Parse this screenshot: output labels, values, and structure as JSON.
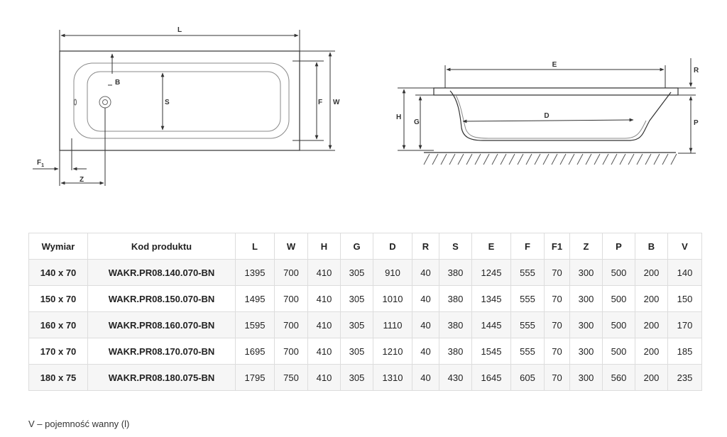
{
  "drawing": {
    "top_view_labels": {
      "L": "L",
      "B": "B",
      "S": "S",
      "F": "F",
      "W": "W",
      "F1_main": "F",
      "F1_sub": "1",
      "Z": "Z"
    },
    "side_view_labels": {
      "E": "E",
      "R": "R",
      "H": "H",
      "G": "G",
      "D": "D",
      "P": "P"
    }
  },
  "table": {
    "headers": [
      "Wymiar",
      "Kod produktu",
      "L",
      "W",
      "H",
      "G",
      "D",
      "R",
      "S",
      "E",
      "F",
      "F1",
      "Z",
      "P",
      "B",
      "V"
    ],
    "rows": [
      [
        "140 x 70",
        "WAKR.PR08.140.070-BN",
        "1395",
        "700",
        "410",
        "305",
        "910",
        "40",
        "380",
        "1245",
        "555",
        "70",
        "300",
        "500",
        "200",
        "140"
      ],
      [
        "150 x 70",
        "WAKR.PR08.150.070-BN",
        "1495",
        "700",
        "410",
        "305",
        "1010",
        "40",
        "380",
        "1345",
        "555",
        "70",
        "300",
        "500",
        "200",
        "150"
      ],
      [
        "160 x 70",
        "WAKR.PR08.160.070-BN",
        "1595",
        "700",
        "410",
        "305",
        "1110",
        "40",
        "380",
        "1445",
        "555",
        "70",
        "300",
        "500",
        "200",
        "170"
      ],
      [
        "170 x 70",
        "WAKR.PR08.170.070-BN",
        "1695",
        "700",
        "410",
        "305",
        "1210",
        "40",
        "380",
        "1545",
        "555",
        "70",
        "300",
        "500",
        "200",
        "185"
      ],
      [
        "180 x 75",
        "WAKR.PR08.180.075-BN",
        "1795",
        "750",
        "410",
        "305",
        "1310",
        "40",
        "430",
        "1645",
        "605",
        "70",
        "300",
        "560",
        "200",
        "235"
      ]
    ]
  },
  "footnote": "V – pojemność wanny (l)"
}
